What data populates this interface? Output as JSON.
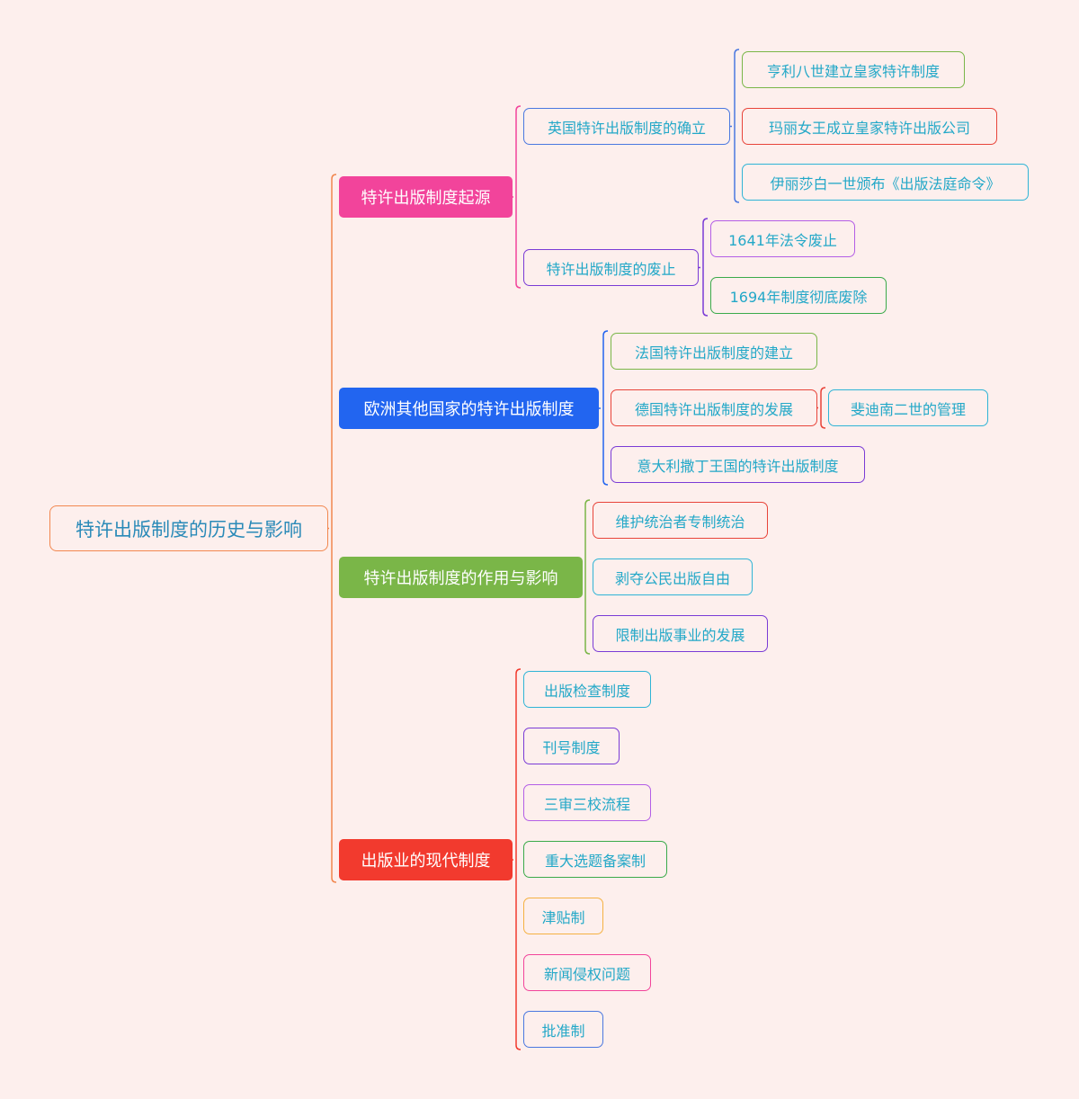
{
  "root": {
    "label": "特许出版制度的历史与影响"
  },
  "branches": [
    {
      "label": "特许出版制度起源",
      "color": "#f2449b",
      "children": [
        {
          "label": "英国特许出版制度的确立",
          "color": "#4a78e0",
          "children": [
            {
              "label": "亨利八世建立皇家特许制度",
              "color": "#7ab648"
            },
            {
              "label": "玛丽女王成立皇家特许出版公司",
              "color": "#e8443a"
            },
            {
              "label": "伊丽莎白一世颁布《出版法庭命令》",
              "color": "#2fb4d6"
            }
          ]
        },
        {
          "label": "特许出版制度的废止",
          "color": "#7a3bd6",
          "children": [
            {
              "label": "1641年法令废止",
              "color": "#b45ee6"
            },
            {
              "label": "1694年制度彻底废除",
              "color": "#3aaa4a"
            }
          ]
        }
      ]
    },
    {
      "label": "欧洲其他国家的特许出版制度",
      "color": "#2265f0",
      "children": [
        {
          "label": "法国特许出版制度的建立",
          "color": "#7ab648"
        },
        {
          "label": "德国特许出版制度的发展",
          "color": "#e8443a",
          "children": [
            {
              "label": "斐迪南二世的管理",
              "color": "#2fb4d6"
            }
          ]
        },
        {
          "label": "意大利撒丁王国的特许出版制度",
          "color": "#7a3bd6"
        }
      ]
    },
    {
      "label": "特许出版制度的作用与影响",
      "color": "#7ab648",
      "children": [
        {
          "label": "维护统治者专制统治",
          "color": "#e8443a"
        },
        {
          "label": "剥夺公民出版自由",
          "color": "#2fb4d6"
        },
        {
          "label": "限制出版事业的发展",
          "color": "#7a3bd6"
        }
      ]
    },
    {
      "label": "出版业的现代制度",
      "color": "#f23a2e",
      "children": [
        {
          "label": "出版检查制度",
          "color": "#2fb4d6"
        },
        {
          "label": "刊号制度",
          "color": "#7a3bd6"
        },
        {
          "label": "三审三校流程",
          "color": "#b45ee6"
        },
        {
          "label": "重大选题备案制",
          "color": "#3aaa4a"
        },
        {
          "label": "津贴制",
          "color": "#f5b142"
        },
        {
          "label": "新闻侵权问题",
          "color": "#f2449b"
        },
        {
          "label": "批准制",
          "color": "#4a78e0"
        }
      ]
    }
  ]
}
